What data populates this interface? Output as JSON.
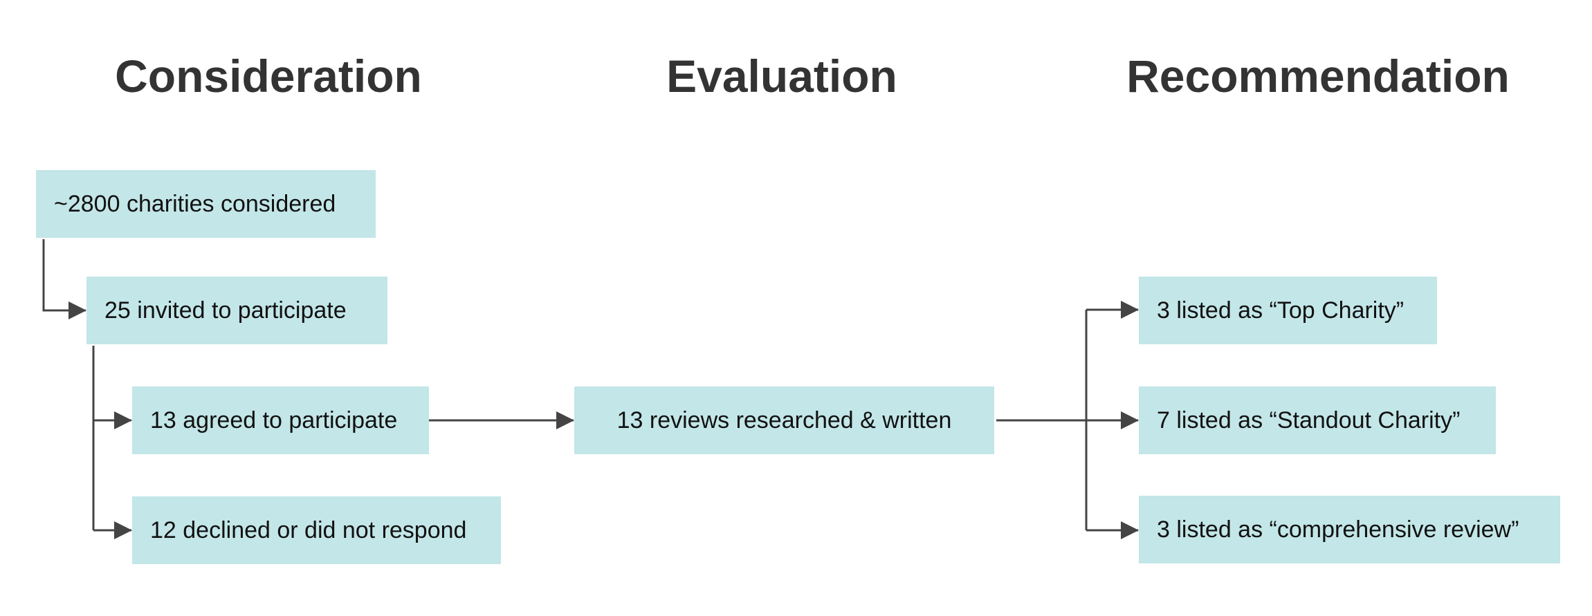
{
  "headings": {
    "consideration": "Consideration",
    "evaluation": "Evaluation",
    "recommendation": "Recommendation"
  },
  "nodes": {
    "considered": "~2800 charities considered",
    "invited": "25 invited to participate",
    "agreed": "13 agreed to participate",
    "declined": "12 declined or did not respond",
    "reviews": "13 reviews researched & written",
    "top_charity": "3 listed as “Top Charity”",
    "standout_charity": "7 listed as “Standout Charity”",
    "comprehensive_review": "3 listed as “comprehensive review”"
  },
  "colors": {
    "box_fill": "#c3e6e8",
    "heading_text": "#333333",
    "connector": "#444444"
  }
}
